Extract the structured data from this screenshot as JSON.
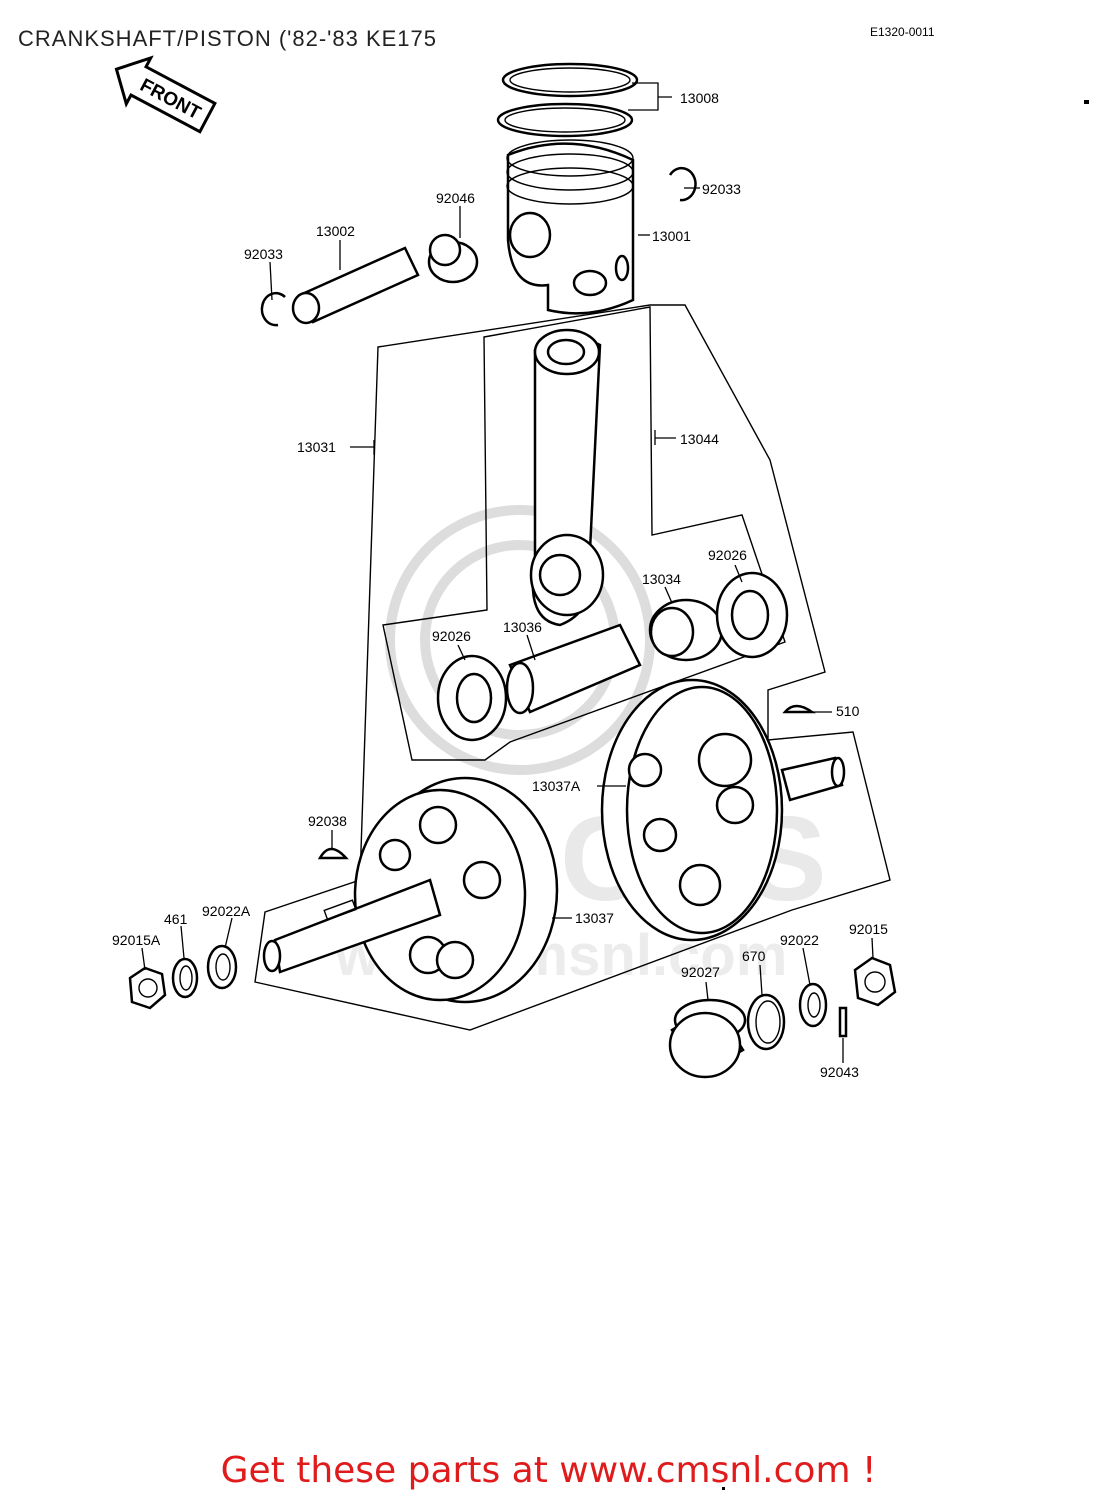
{
  "header": {
    "title": "CRANKSHAFT/PISTON ('82-'83 KE175",
    "diagram_code": "E1320-0011"
  },
  "front_arrow": {
    "label": "FRONT",
    "icon": "front-arrow-icon"
  },
  "parts": [
    {
      "ref": "13008"
    },
    {
      "ref": "92033"
    },
    {
      "ref": "92046"
    },
    {
      "ref": "13001"
    },
    {
      "ref": "13002"
    },
    {
      "ref": "92033"
    },
    {
      "ref": "13031"
    },
    {
      "ref": "13044"
    },
    {
      "ref": "92026"
    },
    {
      "ref": "13034"
    },
    {
      "ref": "13036"
    },
    {
      "ref": "92026"
    },
    {
      "ref": "510"
    },
    {
      "ref": "13037A"
    },
    {
      "ref": "92038"
    },
    {
      "ref": "92022A"
    },
    {
      "ref": "461"
    },
    {
      "ref": "13037"
    },
    {
      "ref": "92015A"
    },
    {
      "ref": "92022"
    },
    {
      "ref": "92015"
    },
    {
      "ref": "670"
    },
    {
      "ref": "92027"
    },
    {
      "ref": "92043"
    }
  ],
  "watermark": {
    "text": "CMS",
    "url_text": "www.cmsnl.com"
  },
  "footer": {
    "promo": "Get these parts at www.cmsnl.com !"
  }
}
